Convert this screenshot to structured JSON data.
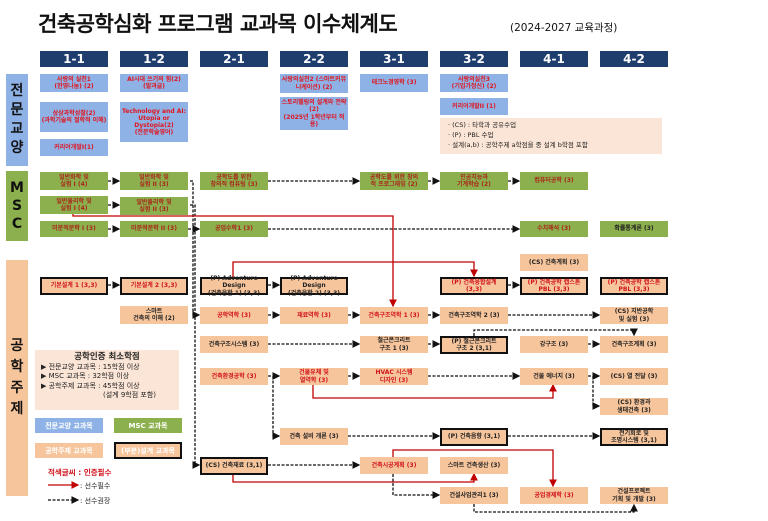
{
  "title": "건축공학심화 프로그램 교과목 이수체계도",
  "subtitle": "(2024-2027 교육과정)",
  "semesters": [
    "1-1",
    "1-2",
    "2-1",
    "2-2",
    "3-1",
    "3-2",
    "4-1",
    "4-2"
  ],
  "bands": {
    "liberal": "전\n문\n교\n양",
    "msc": "M\nS\nC",
    "eng": "공\n학\n주\n제"
  },
  "courses": [
    "사랑의 실천1\n(한영나눔) (2)",
    "상상과학성찰(2)\n(과학기술의 철학적 이해)",
    "커리어개발I(1)",
    "AI시대 쓰기의 힘(2)\n(발과글)",
    "Technology and AI:\nUtopia or\nDystopia(2)\n(전문학술영어)",
    "사랑의실천2 (스마트커뮤니케이션) (2)",
    "스토리텔링의 설계와 전략 (2)\n(2025년 1학년부터 적용)",
    "테크노경영학 (3)",
    "사랑의실천3\n(기업가정신) (2)",
    "커리어개발II (1)",
    "일반화학 및\n실험 I (4)",
    "일반물리학 및\n실험 I (4)",
    "미분적분학 I (3)",
    "일반화학 및\n실험 II (3)",
    "일반물리학 및\n실험 II (3)",
    "미분적분학 II (3)",
    "공학도를 위한\n창의적 컴퓨팅 (3)",
    "공학도를 위한 창의\n적 프로그래밍 (2)",
    "인공지능과\n기계학습 (2)",
    "컴퓨터공학 (3)",
    "공업수학1 (3)",
    "수치해석 (3)",
    "확률통계론 (3)",
    "(CS) 건축계획 (3)",
    "기본설계 1 (3,3)",
    "기본설계 2 (3,3)",
    "(P) Adventure Design\n(건축융합 1) (3,3)",
    "(P) Adventure Design\n(건축융합 2) (3,3)",
    "(P) 건축융합설계 (3,3)",
    "(P) 건축공학 캡스톤\nPBL (3,3)",
    "(P) 건축공학 캡스톤\nPBL (3,3)",
    "스마트\n건축의 이해 (2)",
    "공학역학 (3)",
    "재료역학 (3)",
    "건축구조역학 1 (3)",
    "건축구조역학 2 (3)",
    "(CS) 지반공학\n및 실험 (3)",
    "건축구조시스템 (3)",
    "철근콘크리트\n구조 1 (3)",
    "(P) 철근콘크리트\n구조 2 (3,1)",
    "강구조 (3)",
    "건축구조계획 (3)",
    "건축환경공학 (3)",
    "건물유체 및\n열역학 (3)",
    "HVAC 시스템\n디자인 (3)",
    "건물 에너지 (3)",
    "(CS) 열 전달 (3)",
    "(CS) 환경과\n생태건축 (3)",
    "건축 설비 개론 (3)",
    "(P) 건축음향 (3,1)",
    "전기회로 및\n조명시스템 (3,1)",
    "(CS) 건축재료 (3,1)",
    "건축시공계획 (3)",
    "스마트 건축생산 (3)",
    "건설사업관리1 (3)",
    "공업경제학 (3)",
    "건설프로젝트\n기획 및 개발 (3)"
  ],
  "note": [
    "· (CS) : 타학과 공유수업",
    "· (P)    : PBL 수업",
    "· 설계(a,b) : 공학주제 a학점을 중 설계 b학점 포함"
  ],
  "min_credits": {
    "title": "공학인증 최소학점",
    "items": [
      "▶ 전문교양 교과목 : 15학점 이상",
      "▶ MSC 교과목 : 32학점 이상",
      "▶ 공학주제 교과목 : 45학점 이상",
      "(설계 9학점 포함)"
    ]
  },
  "legend": {
    "liberal": "전문교양 교과목",
    "msc": "MSC 교과목",
    "eng": "공학주제 교과목",
    "design": "(부분)설계 교과목",
    "red_text": "적색글씨 : 인증필수",
    "required": ": 선수필수",
    "recommended": ": 선수권장"
  },
  "colors": {
    "header": "#1f3e6e",
    "liberal": "#8fb2e6",
    "msc": "#8db04e",
    "eng": "#f7c59c",
    "required_arrow": "#c00000"
  }
}
